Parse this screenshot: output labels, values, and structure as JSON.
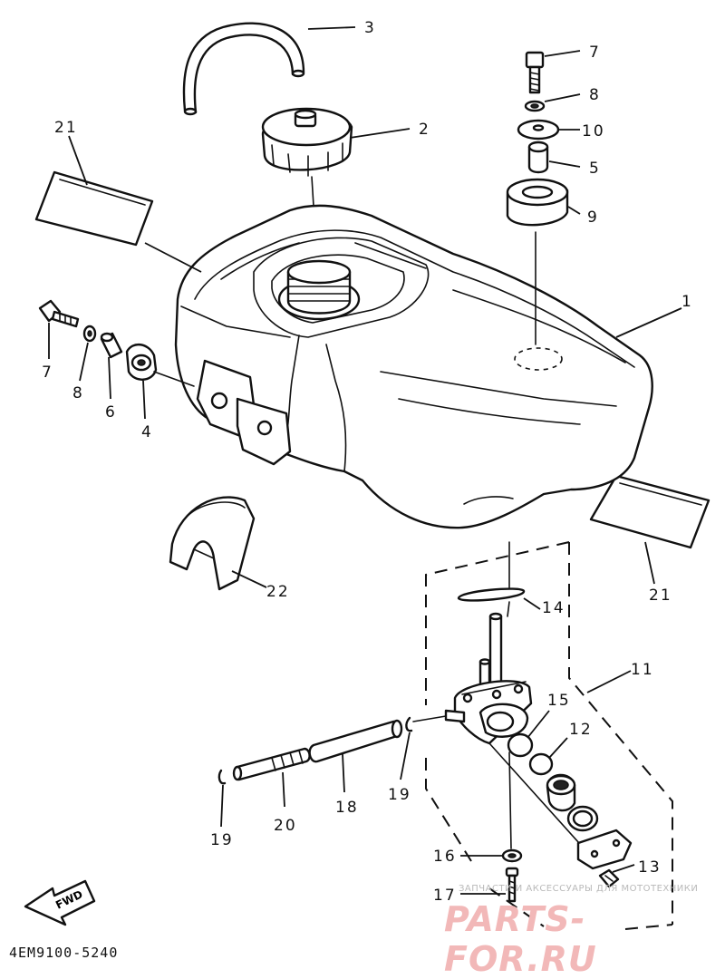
{
  "callouts": [
    "1",
    "2",
    "3",
    "4",
    "5",
    "6",
    "7",
    "8",
    "9",
    "10",
    "11",
    "12",
    "13",
    "14",
    "15",
    "16",
    "17",
    "18",
    "19",
    "20",
    "21",
    "22"
  ],
  "parts": [
    {
      "id": "1",
      "label": "1"
    },
    {
      "id": "2",
      "label": "2"
    },
    {
      "id": "3",
      "label": "3"
    },
    {
      "id": "4",
      "label": "4"
    },
    {
      "id": "5",
      "label": "5"
    },
    {
      "id": "6",
      "label": "6"
    },
    {
      "id": "7a",
      "label": "7"
    },
    {
      "id": "7b",
      "label": "7"
    },
    {
      "id": "8a",
      "label": "8"
    },
    {
      "id": "8b",
      "label": "8"
    },
    {
      "id": "9",
      "label": "9"
    },
    {
      "id": "10",
      "label": "10"
    },
    {
      "id": "11",
      "label": "11"
    },
    {
      "id": "12",
      "label": "12"
    },
    {
      "id": "13",
      "label": "13"
    },
    {
      "id": "14",
      "label": "14"
    },
    {
      "id": "15",
      "label": "15"
    },
    {
      "id": "16",
      "label": "16"
    },
    {
      "id": "17",
      "label": "17"
    },
    {
      "id": "18",
      "label": "18"
    },
    {
      "id": "19a",
      "label": "19"
    },
    {
      "id": "19b",
      "label": "19"
    },
    {
      "id": "20",
      "label": "20"
    },
    {
      "id": "21a",
      "label": "21"
    },
    {
      "id": "21b",
      "label": "21"
    },
    {
      "id": "22",
      "label": "22"
    }
  ],
  "fwd_label": "FWD",
  "diagram_code": "4EM9100-5240",
  "watermark": {
    "small": "ЗАПЧАСТИ И АКСЕССУАРЫ ДЛЯ МОТОТЕХНИКИ",
    "big": "PARTS-FOR.RU"
  }
}
